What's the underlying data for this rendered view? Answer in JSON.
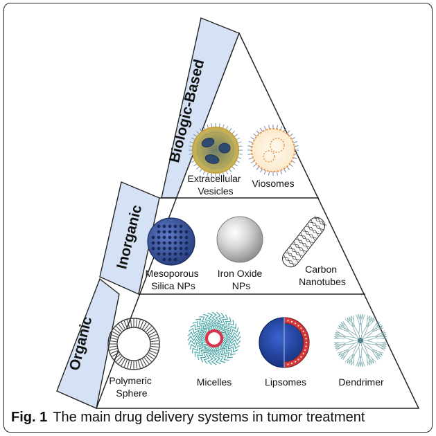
{
  "figure": {
    "caption_label": "Fig. 1",
    "caption_text": "The main drug delivery systems in tumor treatment"
  },
  "tiers": [
    {
      "label": "Biologic-Based",
      "items": [
        {
          "label_lines": [
            "Extracellular",
            "Vesicles"
          ],
          "icon": "extracellular-vesicle-icon"
        },
        {
          "label_lines": [
            "Viosomes"
          ],
          "icon": "viosome-icon"
        }
      ]
    },
    {
      "label": "Inorganic",
      "items": [
        {
          "label_lines": [
            "Mesoporous",
            "Silica NPs"
          ],
          "icon": "mesoporous-silica-icon"
        },
        {
          "label_lines": [
            "Iron Oxide",
            "NPs"
          ],
          "icon": "iron-oxide-icon"
        },
        {
          "label_lines": [
            "Carbon",
            "Nanotubes"
          ],
          "icon": "carbon-nanotube-icon"
        }
      ]
    },
    {
      "label": "Organic",
      "items": [
        {
          "label_lines": [
            "Polymeric",
            "Sphere"
          ],
          "icon": "polymeric-sphere-icon"
        },
        {
          "label_lines": [
            "Micelles"
          ],
          "icon": "micelle-icon"
        },
        {
          "label_lines": [
            "Lipsomes"
          ],
          "icon": "liposome-icon"
        },
        {
          "label_lines": [
            "Dendrimer"
          ],
          "icon": "dendrimer-icon"
        }
      ]
    }
  ],
  "colors": {
    "band_fill": "#d5e1f4",
    "outline": "#222222",
    "silica_blue": "#3d56a0",
    "liposome_blue": "#1c3f9e",
    "liposome_red": "#d23a3a",
    "micelle_red": "#d8344e",
    "micelle_teal": "#3aa0a0",
    "vesicle_gold": "#c8a94a",
    "vesicle_dark": "#2f4a6e",
    "viosome_orange": "#e89a4c"
  }
}
